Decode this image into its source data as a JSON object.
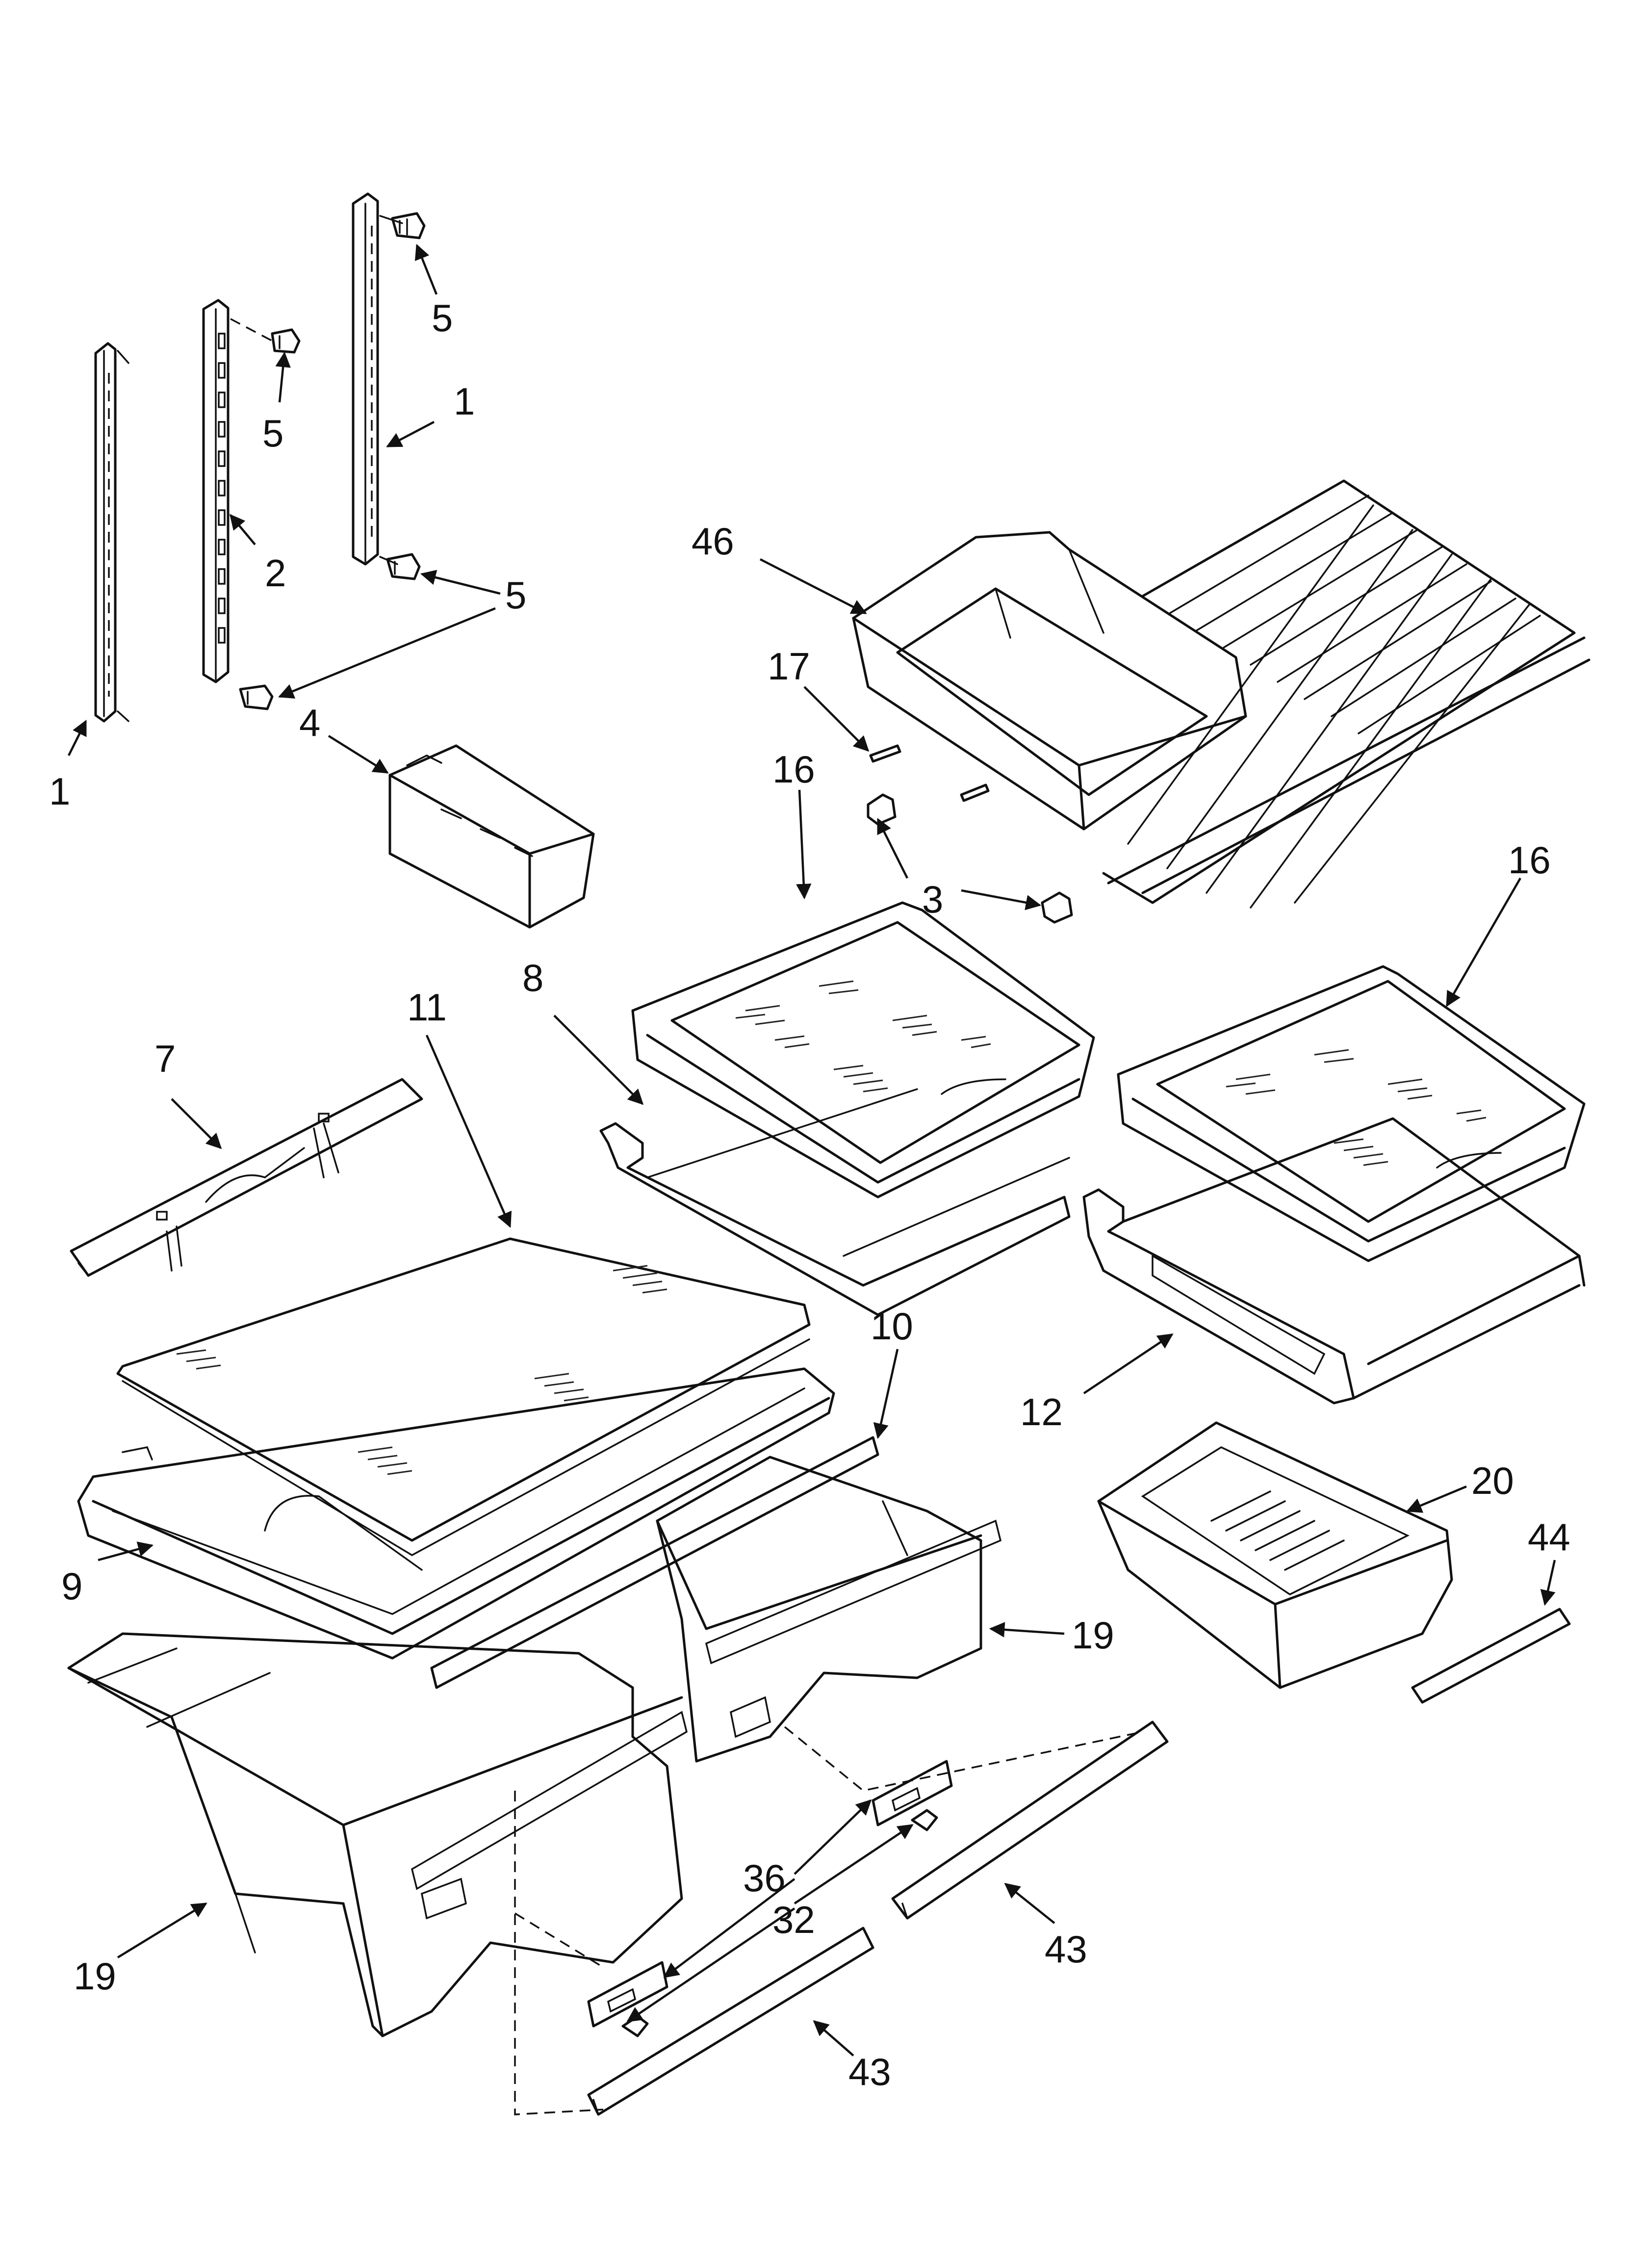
{
  "diagram": {
    "callouts": [
      {
        "id": "c-1-left",
        "text": "1"
      },
      {
        "id": "c-2",
        "text": "2"
      },
      {
        "id": "c-5-a",
        "text": "5"
      },
      {
        "id": "c-5-b",
        "text": "5"
      },
      {
        "id": "c-1-right",
        "text": "1"
      },
      {
        "id": "c-5-c",
        "text": "5"
      },
      {
        "id": "c-4",
        "text": "4"
      },
      {
        "id": "c-46",
        "text": "46"
      },
      {
        "id": "c-17",
        "text": "17"
      },
      {
        "id": "c-16-left",
        "text": "16"
      },
      {
        "id": "c-3",
        "text": "3"
      },
      {
        "id": "c-16-right",
        "text": "16"
      },
      {
        "id": "c-11",
        "text": "11"
      },
      {
        "id": "c-8",
        "text": "8"
      },
      {
        "id": "c-7",
        "text": "7"
      },
      {
        "id": "c-10",
        "text": "10"
      },
      {
        "id": "c-12",
        "text": "12"
      },
      {
        "id": "c-20",
        "text": "20"
      },
      {
        "id": "c-44",
        "text": "44"
      },
      {
        "id": "c-9",
        "text": "9"
      },
      {
        "id": "c-19-right",
        "text": "19"
      },
      {
        "id": "c-36",
        "text": "36"
      },
      {
        "id": "c-32",
        "text": "32"
      },
      {
        "id": "c-43-right",
        "text": "43"
      },
      {
        "id": "c-19-left",
        "text": "19"
      },
      {
        "id": "c-43-bottom",
        "text": "43"
      }
    ]
  }
}
